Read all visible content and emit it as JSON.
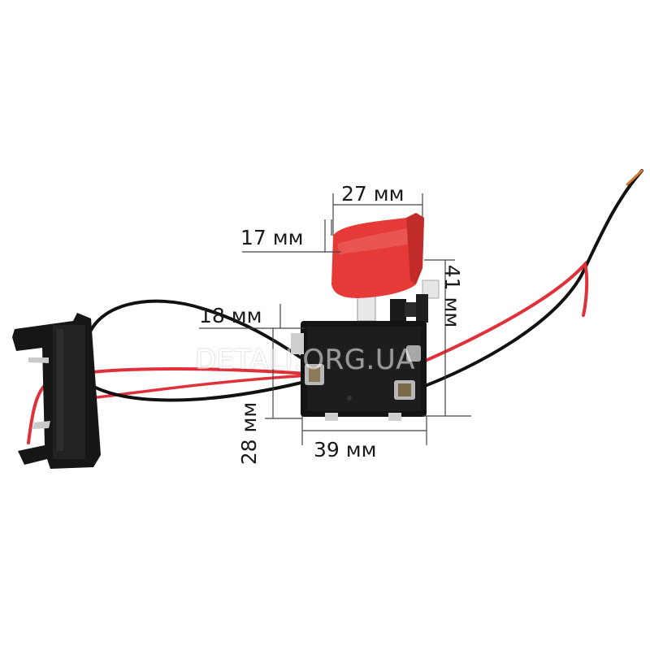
{
  "dimensions": {
    "width_top": "27 мм",
    "trigger_offset": "17 мм",
    "height_full": "41 мм",
    "trigger_lower": "18 мм",
    "body_height": "28 мм",
    "body_width": "39 мм"
  },
  "watermark": "DETALI.ORG.UA",
  "colors": {
    "trigger_red": "#e53a37",
    "housing_black": "#141414",
    "wire_red": "#e0303a",
    "wire_black": "#111111"
  }
}
